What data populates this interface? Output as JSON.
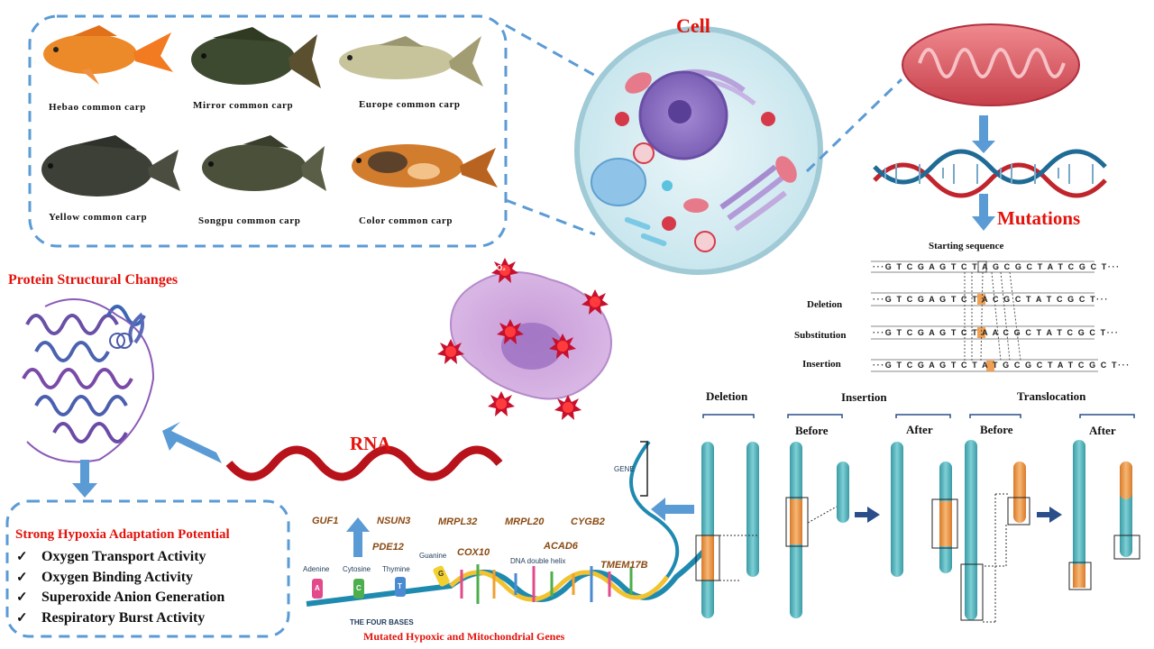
{
  "fish_panel": {
    "fish": [
      {
        "name": "Hebao  common  carp",
        "color": "#e9892b"
      },
      {
        "name": "Mirror  common  carp",
        "color": "#3f4a2e"
      },
      {
        "name": "Europe  common  carp",
        "color": "#b9b48a"
      },
      {
        "name": "Yellow  common  carp",
        "color": "#3c3f35"
      },
      {
        "name": "Songpu  common  carp",
        "color": "#4a4f3a"
      },
      {
        "name": "Color  common  carp",
        "color": "#c6762a"
      }
    ]
  },
  "cell": {
    "title": "Cell"
  },
  "mutations": {
    "title": "Mutations",
    "starting_label": "Starting sequence",
    "rows": [
      {
        "label": "",
        "sequence": "···G T C G A G T C T A G C G C T A T C G C T···"
      },
      {
        "label": "Deletion",
        "sequence": "···G T C G A G T C T A   C G C T A T C G C T···"
      },
      {
        "label": "Substitution",
        "sequence": "···G T C G A G T C T A A C G C T A T C G C T···"
      },
      {
        "label": "Insertion",
        "sequence": "···G T C G A G T C T A T G C G C T A T C G C T···"
      }
    ]
  },
  "chromosome_changes": {
    "deletion": "Deletion",
    "insertion": "Insertion",
    "translocation": "Translocation",
    "before": "Before",
    "after": "After"
  },
  "protein": {
    "title": "Protein Structural Changes"
  },
  "rna": {
    "title": "RNA"
  },
  "genes": [
    "GUF1",
    "NSUN3",
    "MRPL32",
    "MRPL20",
    "CYGB2",
    "PDE12",
    "COX10",
    "ACAD6",
    "TMEM17B"
  ],
  "dna": {
    "bases": [
      "Adenine",
      "Cytosine",
      "Thymine",
      "Guanine"
    ],
    "base_letters": [
      "A",
      "C",
      "T",
      "G"
    ],
    "helix_label": "DNA double helix",
    "four_bases_label": "THE FOUR BASES",
    "gene_label": "GENE",
    "caption": "Mutated Hypoxic and Mitochondrial Genes"
  },
  "hypoxia": {
    "oxygen_label": "O₂"
  },
  "adaptation": {
    "title": "Strong Hypoxia Adaptation Potential",
    "check_mark": "✓",
    "items": [
      "Oxygen Transport Activity",
      "Oxygen Binding Activity",
      "Superoxide Anion Generation",
      "Respiratory Burst Activity"
    ]
  },
  "colors": {
    "accent_red": "#e3120b",
    "arrow_blue": "#5b9bd5",
    "rna_red": "#b8121b",
    "cell_purple": "#8e6cc0",
    "mito_red": "#d9515a",
    "chromosome_teal": "#4fb0b8",
    "highlight_orange": "#f0a050"
  }
}
